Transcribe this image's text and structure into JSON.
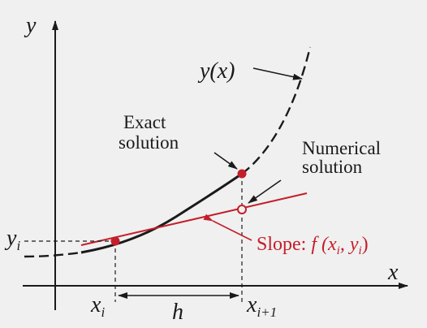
{
  "axes": {
    "x_label": "x",
    "y_label": "y"
  },
  "curve": {
    "label": "y(x)"
  },
  "annotations": {
    "exact_line1": "Exact",
    "exact_line2": "solution",
    "numerical_line1": "Numerical",
    "numerical_line2": "solution",
    "slope_prefix": "Slope: ",
    "slope_expr": "f (x",
    "slope_sub_i": "i",
    "slope_comma": ", y",
    "slope_sub_i2": "i",
    "slope_close": ")"
  },
  "ticks": {
    "y_i": "y",
    "y_i_sub": "i",
    "x_i": "x",
    "x_i_sub": "i",
    "x_i1": "x",
    "x_i1_sub": "i+1",
    "h": "h"
  },
  "colors": {
    "background": "#f0f0f0",
    "curve": "#1a1a1a",
    "tangent": "#c41e2a",
    "axis": "#1a1a1a"
  }
}
